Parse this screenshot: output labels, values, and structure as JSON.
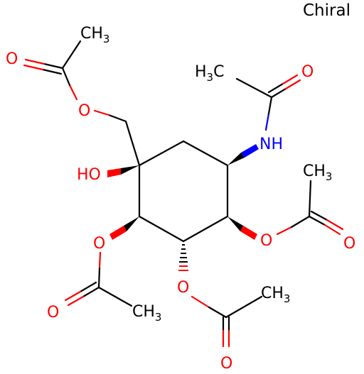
{
  "title_tag": "Chiral",
  "atoms": {
    "methyl": "CH",
    "methyl_sub": "3",
    "h3c_h": "H",
    "h3c_sub": "3",
    "h3c_c": "C",
    "oxygen": "O",
    "nitrogen_h": "NH",
    "hydroxyl": "HO"
  },
  "colors": {
    "oxygen": "#ff0000",
    "nitrogen": "#0000ff",
    "carbon": "#000000"
  }
}
